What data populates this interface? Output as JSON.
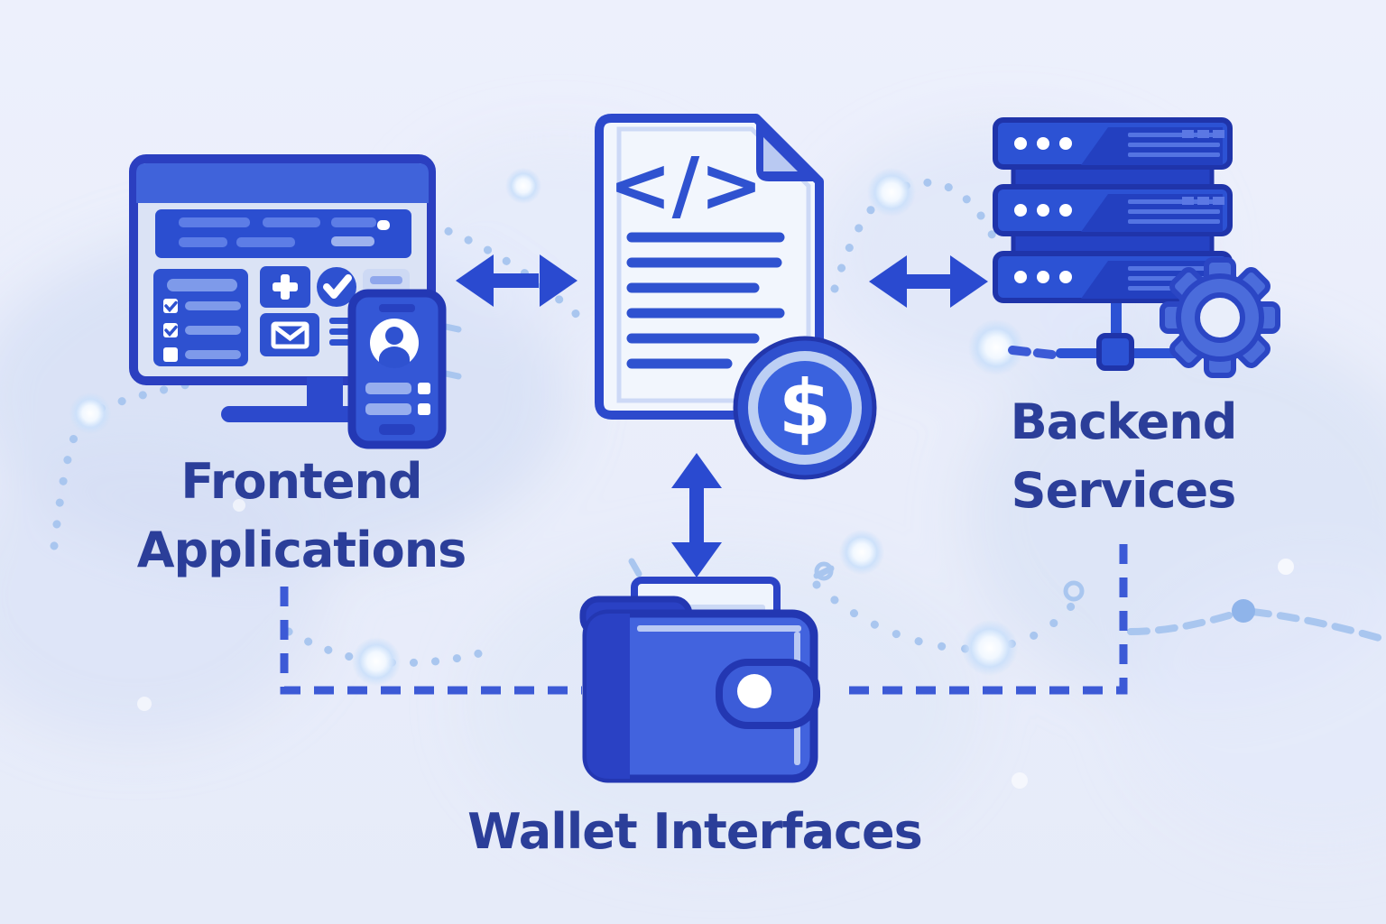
{
  "diagram": {
    "type": "architecture-overview",
    "nodes": [
      {
        "id": "frontend-applications",
        "label": "Frontend Applications",
        "icon": "browser-window-and-mobile-phone"
      },
      {
        "id": "smart-contract-document",
        "label": "",
        "icon": "code-document-with-dollar-coin"
      },
      {
        "id": "backend-services",
        "label": "Backend Services",
        "icon": "server-stack-with-gear"
      },
      {
        "id": "wallet-interfaces",
        "label": "Wallet Interfaces",
        "icon": "wallet"
      }
    ],
    "connections": [
      {
        "from": "frontend-applications",
        "to": "smart-contract-document",
        "style": "solid-double-arrow",
        "direction": "horizontal"
      },
      {
        "from": "smart-contract-document",
        "to": "backend-services",
        "style": "solid-double-arrow",
        "direction": "horizontal"
      },
      {
        "from": "smart-contract-document",
        "to": "wallet-interfaces",
        "style": "solid-double-arrow",
        "direction": "vertical"
      },
      {
        "from": "frontend-applications",
        "to": "wallet-interfaces",
        "style": "dashed-elbow"
      },
      {
        "from": "backend-services",
        "to": "wallet-interfaces",
        "style": "dashed-elbow"
      }
    ]
  },
  "labels": {
    "frontend": {
      "line1": "Frontend",
      "line2": "Applications"
    },
    "backend": {
      "line1": "Backend",
      "line2": "Services"
    },
    "wallet": {
      "line1": "Wallet Interfaces"
    }
  },
  "symbols": {
    "code": "</>",
    "dollar": "$"
  },
  "icons": [
    "browser-window-icon",
    "mobile-phone-icon",
    "user-avatar-icon",
    "checklist-icon",
    "plus-icon",
    "check-badge-icon",
    "mail-icon",
    "code-document-icon",
    "dollar-coin-icon",
    "server-stack-icon",
    "gear-icon",
    "wallet-icon",
    "double-arrow-icon"
  ],
  "colors": {
    "background": "#eaeefb",
    "primary_blue": "#2f52d2",
    "dark_outline_blue": "#2337b2",
    "mid_blue": "#4263de",
    "panel_light_blue": "#dde4f6",
    "pale_blue": "#b9cdf4",
    "label_text": "#2b3e99",
    "dashed_connector": "#3c5ad6",
    "decor_dotted": "#a9c6ef",
    "white": "#ffffff"
  }
}
